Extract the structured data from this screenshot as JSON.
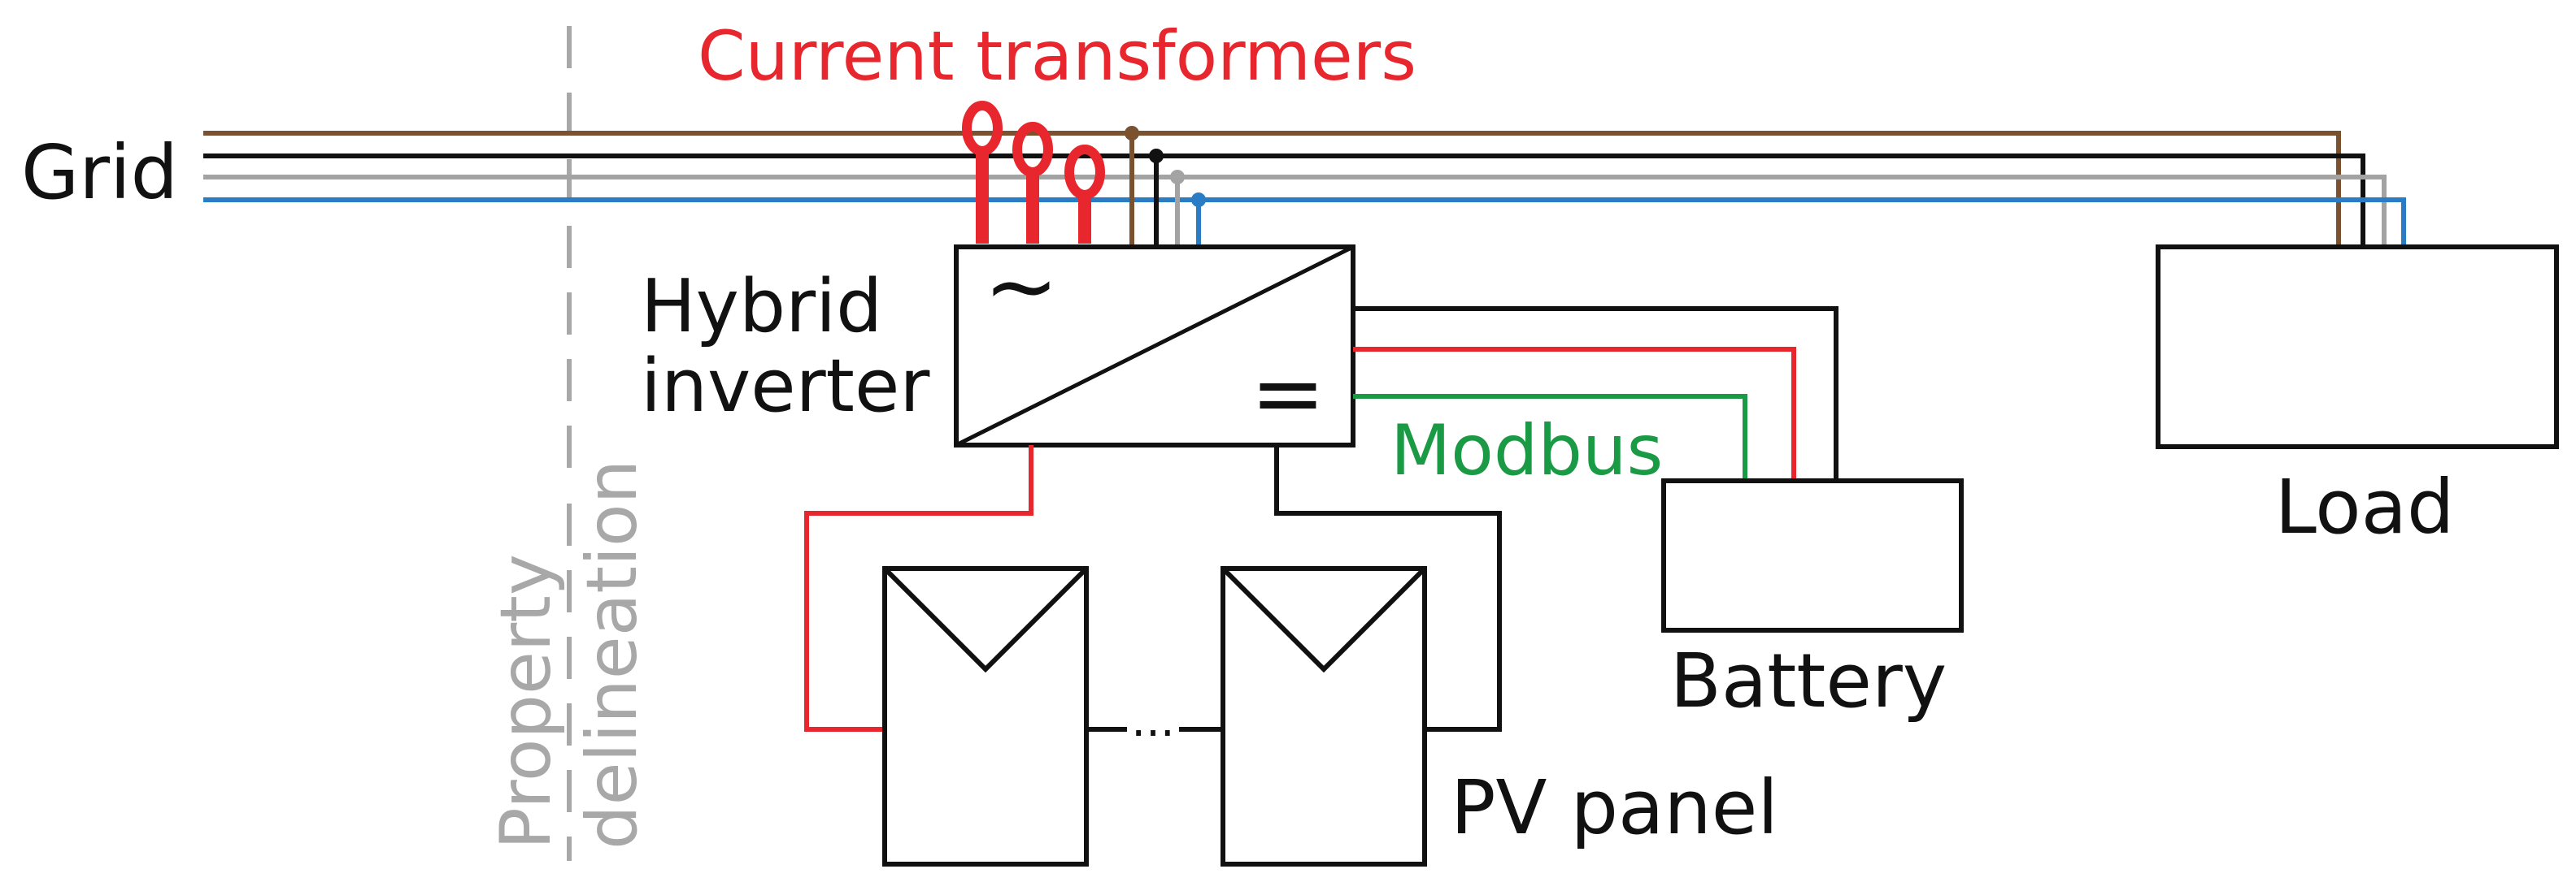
{
  "labels": {
    "grid": "Grid",
    "current_transformers": "Current transformers",
    "hybrid_line1": "Hybrid",
    "hybrid_line2": "inverter",
    "modbus": "Modbus",
    "load": "Load",
    "battery": "Battery",
    "pv_panel": "PV panel",
    "property_line1": "Property",
    "property_line2": "delineation",
    "ellipsis": "...",
    "ac_symbol": "~",
    "dc_symbol": "="
  },
  "colors": {
    "wire_brown": "#7a5230",
    "wire_black": "#111111",
    "wire_grey": "#a3a3a3",
    "wire_blue": "#2a7dc4",
    "accent_red": "#e8262d",
    "modbus_green": "#1a9a45",
    "delineation_grey": "#a8a8a8",
    "outline": "#111111"
  },
  "icons": {
    "inverter": "inverter-symbol-icon",
    "pv_panel": "pv-panel-icon",
    "current_transformer": "current-transformer-icon"
  }
}
